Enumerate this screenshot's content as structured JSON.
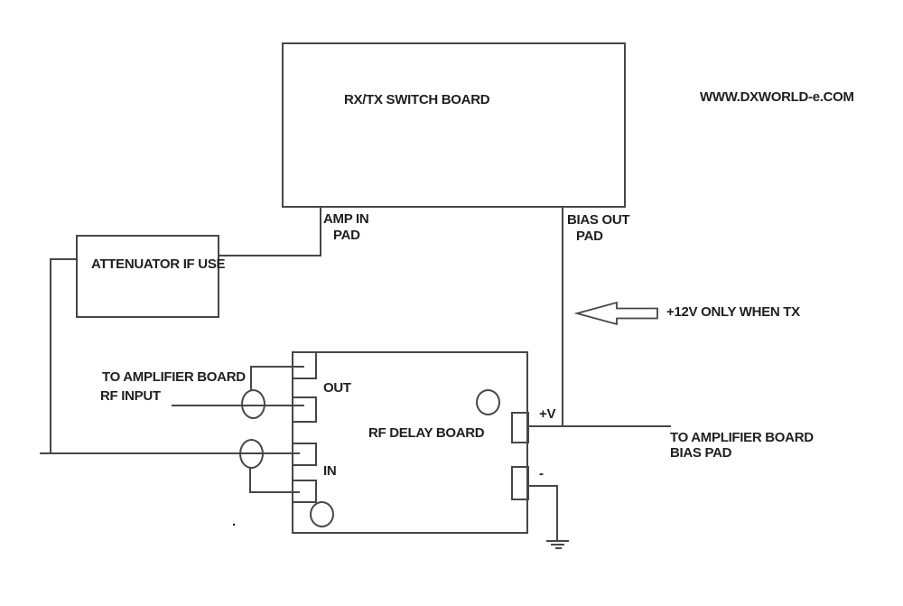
{
  "colors": {
    "line": "#464646",
    "text": "#1f1f1f",
    "background": "#ffffff"
  },
  "watermark": "WWW.DXWORLD-e.COM",
  "boxes": {
    "rx_tx_switch": {
      "label": "RX/TX SWITCH BOARD"
    },
    "attenuator": {
      "label": "ATTENUATOR IF USE"
    },
    "rf_delay": {
      "label": "RF DELAY BOARD"
    }
  },
  "pads": {
    "amp_in": {
      "line1": "AMP IN",
      "line2": "PAD"
    },
    "bias_out": {
      "line1": "BIAS OUT",
      "line2": "PAD"
    },
    "out": "OUT",
    "in": "IN",
    "plus_v": "+V",
    "minus": "-"
  },
  "annotations": {
    "tx_voltage": "+12V ONLY WHEN TX",
    "to_amplifier_rf": {
      "line1": "TO AMPLIFIER BOARD",
      "line2": "RF INPUT"
    },
    "to_amplifier_bias": {
      "line1": "TO AMPLIFIER BOARD",
      "line2": "BIAS PAD"
    },
    "stray_dot": "."
  }
}
